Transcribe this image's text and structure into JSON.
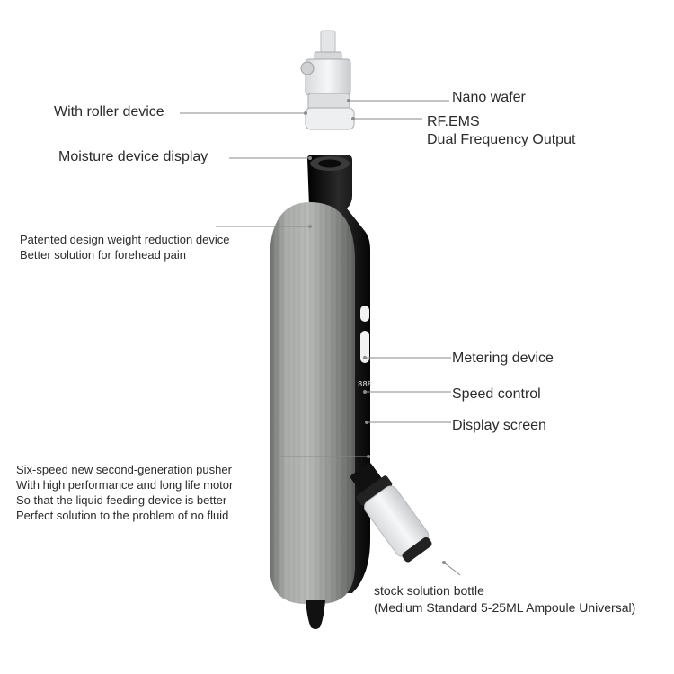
{
  "callouts": {
    "nano_wafer": "Nano wafer",
    "rf_ems": [
      "RF.EMS",
      "Dual Frequency Output"
    ],
    "roller_device": "With roller device",
    "moisture_display": "Moisture device display",
    "patented_design": [
      "Patented design weight reduction device",
      "Better solution for forehead pain"
    ],
    "metering_device": "Metering device",
    "speed_control": "Speed control",
    "display_screen": "Display screen",
    "pusher": [
      "Six-speed new second-generation pusher",
      "With high performance and long life motor",
      "So that the liquid feeding device is better",
      "Perfect solution to the problem of no fluid"
    ],
    "stock_bottle": [
      "stock solution bottle",
      "(Medium Standard 5-25ML Ampoule Universal)"
    ]
  },
  "device": {
    "speed_readout": "888"
  },
  "colors": {
    "leader_line": "#8a8a8a",
    "body_silver": "#9a9c9a",
    "body_black": "#151515",
    "text": "#2b2b2b"
  }
}
